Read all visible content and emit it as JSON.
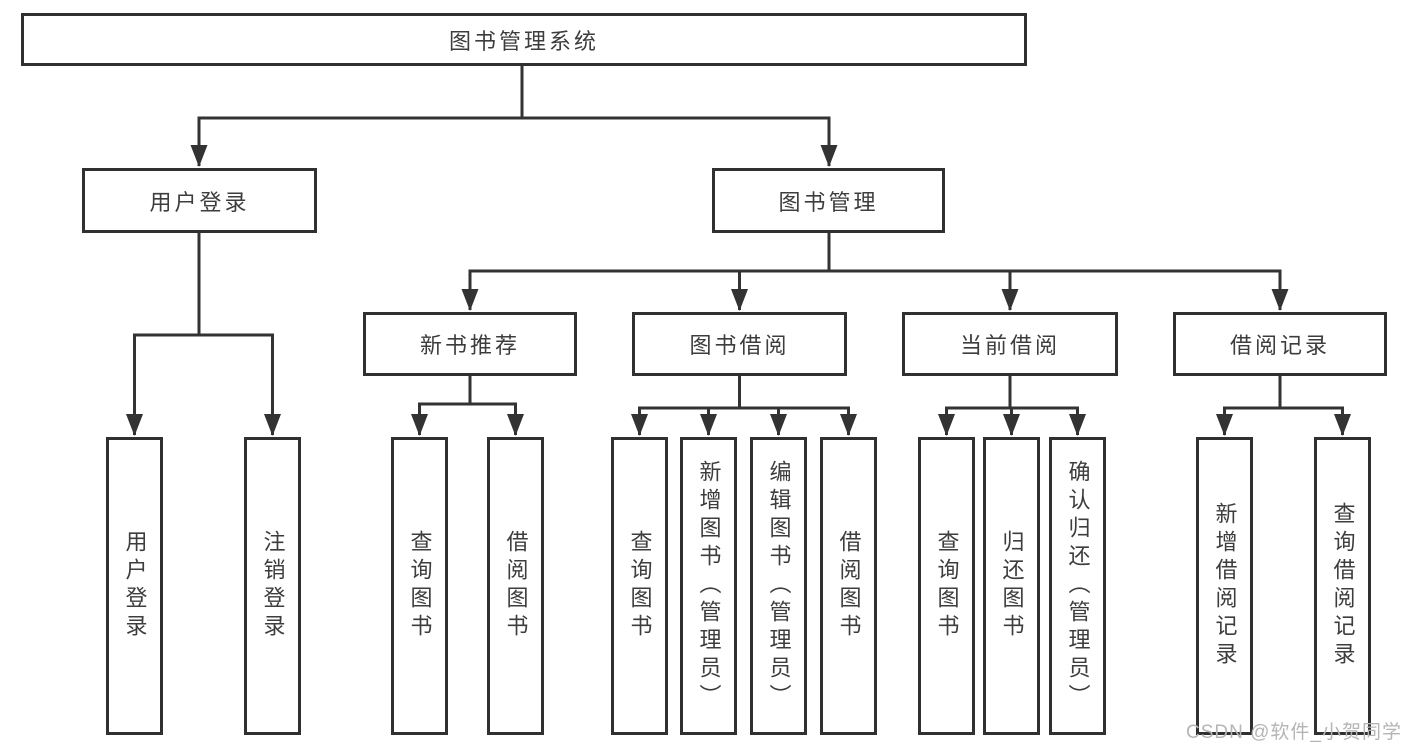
{
  "diagram": {
    "title": "图书管理系统",
    "type": "hierarchy-tree",
    "colors": {
      "line": "#333333",
      "box_border": "#303030",
      "text": "#3d3d3d",
      "watermark": "#b5b5b5",
      "background": "#ffffff"
    },
    "nodes": {
      "root": "图书管理系统",
      "user_login": "用户登录",
      "book_mgmt": "图书管理",
      "new_book_rec": "新书推荐",
      "book_borrow": "图书借阅",
      "current_borrow": "当前借阅",
      "borrow_record": "借阅记录",
      "ul_user_login": "用户登录",
      "ul_logout": "注销登录",
      "nb_query_book": "查询图书",
      "nb_borrow_book": "借阅图书",
      "bb_query_book": "查询图书",
      "bb_add_book": "新增图书（管理员）",
      "bb_edit_book": "编辑图书（管理员）",
      "bb_borrow_book": "借阅图书",
      "cb_query_book": "查询图书",
      "cb_return_book": "归还图书",
      "cb_confirm_return": "确认归还（管理员）",
      "br_add_record": "新增借阅记录",
      "br_query_record": "查询借阅记录"
    },
    "hierarchy": {
      "图书管理系统": {
        "用户登录": [
          "用户登录",
          "注销登录"
        ],
        "图书管理": {
          "新书推荐": [
            "查询图书",
            "借阅图书"
          ],
          "图书借阅": [
            "查询图书",
            "新增图书（管理员）",
            "编辑图书（管理员）",
            "借阅图书"
          ],
          "当前借阅": [
            "查询图书",
            "归还图书",
            "确认归还（管理员）"
          ],
          "借阅记录": [
            "新增借阅记录",
            "查询借阅记录"
          ]
        }
      }
    },
    "watermark": "CSDN @软件_小贺同学"
  }
}
